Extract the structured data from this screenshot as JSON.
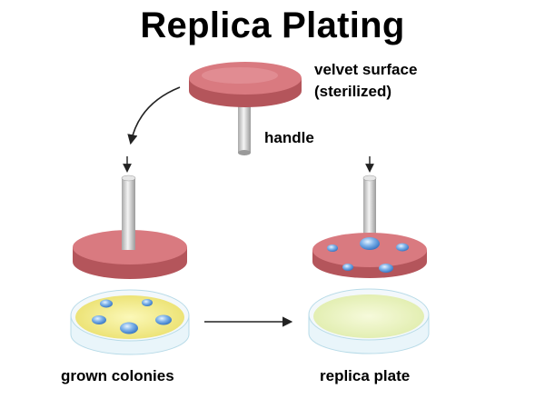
{
  "title": "Replica Plating",
  "labels": {
    "velvet_line1": "velvet surface",
    "velvet_line2": "(sterilized)",
    "handle": "handle",
    "grown_colonies": "grown colonies",
    "replica_plate": "replica plate"
  },
  "colors": {
    "velvet": "#c5646a",
    "velvet_top": "#e89a9c",
    "handle": "#d9d9d9",
    "agar_grown": "#f3ef9a",
    "agar_replica": "#eef6c4",
    "dish_rim": "#cfe8f0",
    "colony": "#5b95d8",
    "arrow": "#222222"
  }
}
